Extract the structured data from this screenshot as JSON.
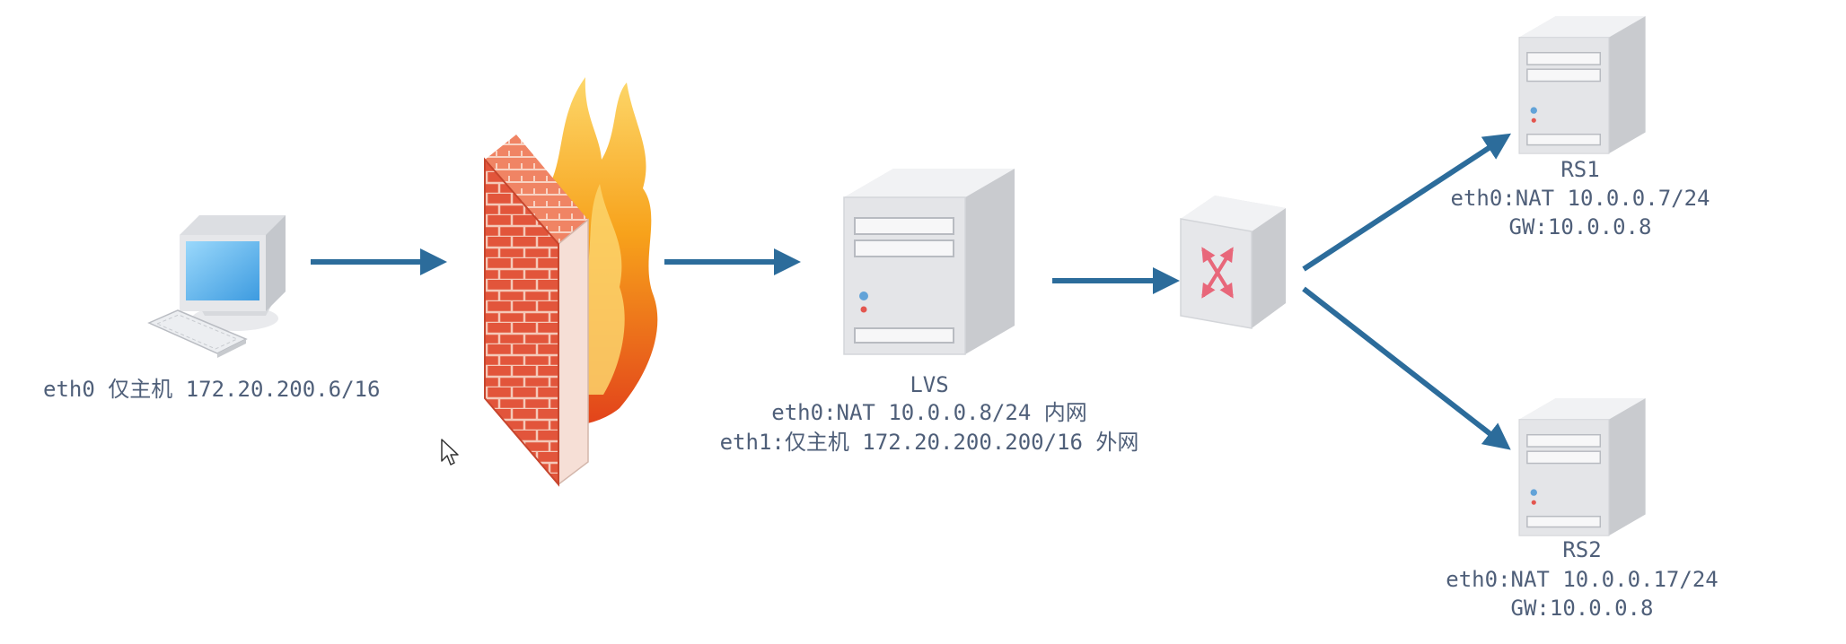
{
  "colors": {
    "arrow": "#2c6c9b",
    "label": "#4f5f79",
    "server_body": "#e4e5e8",
    "server_side": "#c9cbcf",
    "brick": "#e2553b",
    "flame": "#f7a21b",
    "monitor_screen": "#5fb7ee",
    "router_arrow": "#e8677a"
  },
  "nodes": {
    "client": {
      "icon": "desktop-computer-icon",
      "label": "eth0 仅主机 172.20.200.6/16"
    },
    "firewall": {
      "icon": "firewall-icon"
    },
    "lvs": {
      "icon": "server-tower-icon",
      "name": "LVS",
      "eth0": "eth0:NAT 10.0.0.8/24 内网",
      "eth1": "eth1:仅主机 172.20.200.200/16 外网"
    },
    "switch": {
      "icon": "switch-icon"
    },
    "rs1": {
      "icon": "server-tower-icon",
      "name": "RS1",
      "eth0": "eth0:NAT 10.0.0.7/24",
      "gw": "GW:10.0.0.8"
    },
    "rs2": {
      "icon": "server-tower-icon",
      "name": "RS2",
      "eth0": "eth0:NAT 10.0.0.17/24",
      "gw": "GW:10.0.0.8"
    }
  },
  "edges": [
    {
      "from": "client",
      "to": "firewall"
    },
    {
      "from": "firewall",
      "to": "lvs"
    },
    {
      "from": "lvs",
      "to": "switch"
    },
    {
      "from": "switch",
      "to": "rs1"
    },
    {
      "from": "switch",
      "to": "rs2"
    }
  ]
}
